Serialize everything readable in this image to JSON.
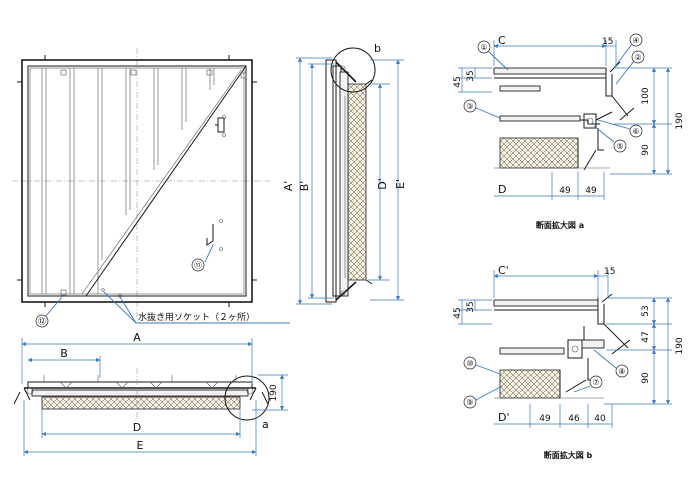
{
  "labels": {
    "A": "A",
    "B": "B",
    "D": "D",
    "E": "E",
    "A_prime": "A'",
    "B_prime": "B'",
    "D_prime": "D'",
    "E_prime": "E'",
    "C": "C",
    "C_prime": "C'",
    "D_detail_a": "D",
    "D_detail_b": "D'",
    "a_marker": "a",
    "b_marker": "b",
    "drain_socket_note": "水抜き用ソケット（２ヶ所）"
  },
  "dimensions": {
    "front_190": "190",
    "detail_a": {
      "top_15": "15",
      "h_45": "45",
      "h_35": "35",
      "h_100": "100",
      "h_190": "190",
      "h_90": "90",
      "w_49a": "49",
      "w_49b": "49"
    },
    "detail_b": {
      "top_15": "15",
      "h_45": "45",
      "h_35": "35",
      "h_53": "53",
      "h_47": "47",
      "h_190": "190",
      "h_90": "90",
      "w_49": "49",
      "w_46": "46",
      "w_40": "40"
    }
  },
  "callouts": {
    "c1": "①",
    "c2": "②",
    "c3": "③",
    "c4": "④",
    "c5": "⑤",
    "c6": "⑥",
    "c7": "⑦",
    "c8": "⑧",
    "c9": "⑨",
    "c10": "⑩",
    "c11": "⑪",
    "c12": "⑫"
  },
  "captions": {
    "detail_a": "断面拡大図 a",
    "detail_b": "断面拡大図 b"
  }
}
